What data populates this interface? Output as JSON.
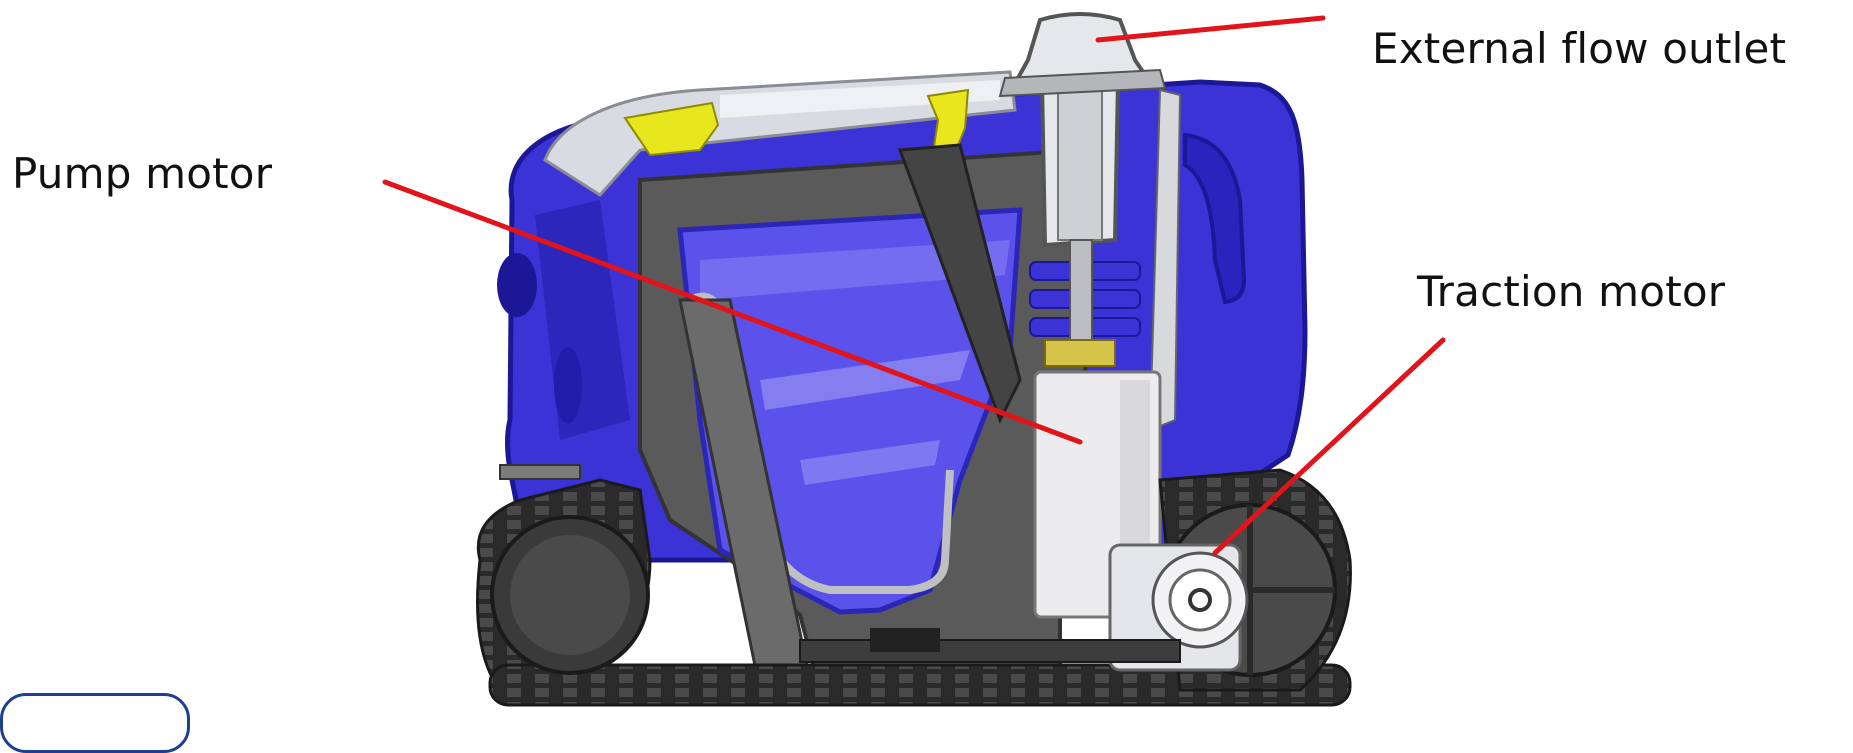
{
  "labels": {
    "external_flow_outlet": "External flow outlet",
    "pump_motor": "Pump motor",
    "traction_motor": "Traction motor"
  },
  "colors": {
    "shell_blue": "#3b33d6",
    "shell_blue_dark": "#1c1796",
    "body_gray": "#5a5a5a",
    "track_dark": "#2e2e2e",
    "motor_white": "#ececee",
    "latch_yellow": "#e8e61c",
    "callout_red": "#e0141a",
    "frame_blue": "#1e3f8f",
    "text": "#111111"
  },
  "icons": {
    "outlet": "flow-outlet-icon",
    "pump": "pump-motor-icon",
    "traction": "traction-motor-icon"
  }
}
